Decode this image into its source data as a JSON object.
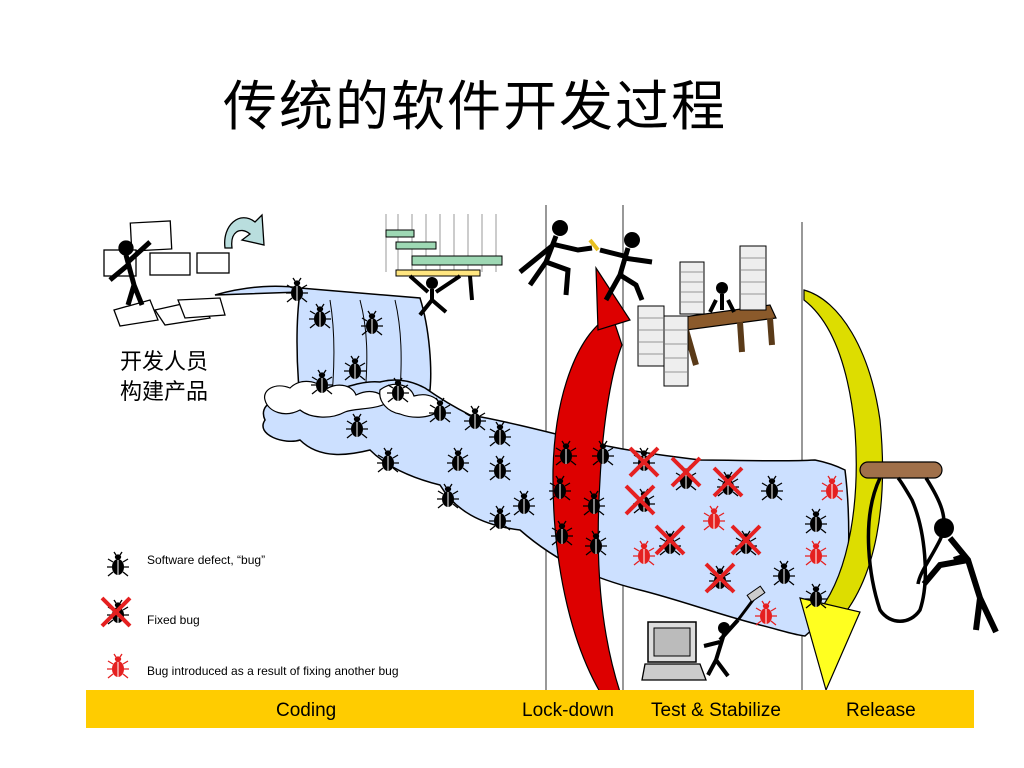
{
  "title": "传统的软件开发过程",
  "caption": {
    "line1": "开发人员",
    "line2": "构建产品"
  },
  "legend": [
    {
      "icon": "black-bug-icon",
      "label": "Software defect, “bug”"
    },
    {
      "icon": "crossed-bug-icon",
      "label": "Fixed  bug"
    },
    {
      "icon": "red-bug-icon",
      "label": "Bug introduced as a result of fixing another bug"
    }
  ],
  "phases": [
    "Coding",
    "Lock-down",
    "Test & Stabilize",
    "Release"
  ],
  "colors": {
    "phase_bar": "#ffcc00",
    "water": "#cce0ff",
    "bug": "#000000",
    "new_bug": "#e52020",
    "fix_mark": "#e52020",
    "lockdown_arrow": "#dd0000",
    "release_arrow": "#dddd00"
  }
}
